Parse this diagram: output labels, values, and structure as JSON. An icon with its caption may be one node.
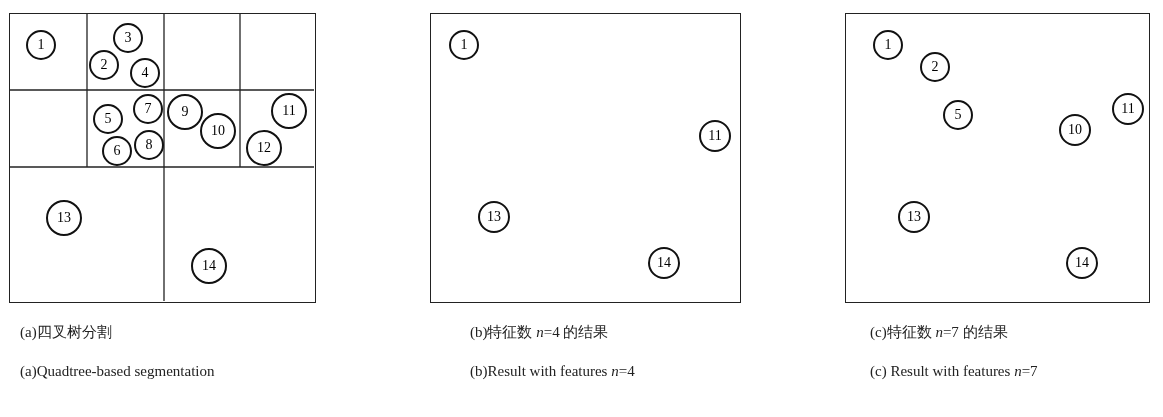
{
  "diagram": {
    "nodes": [
      {
        "text": [],
        "shape": "box",
        "beside": [
          "(a)四叉树分割",
          "(a)Quadtree-based segmentation"
        ]
      },
      {
        "text": [
          "1"
        ],
        "in": 0
      },
      {
        "text": [
          "2"
        ],
        "in": 0
      },
      {
        "text": [
          "3"
        ],
        "in": 0
      },
      {
        "text": [
          "4"
        ],
        "in": 0
      },
      {
        "text": [
          "5"
        ],
        "in": 0
      },
      {
        "text": [
          "6"
        ],
        "in": 0
      },
      {
        "text": [
          "7"
        ],
        "in": 0
      },
      {
        "text": [
          "8"
        ],
        "in": 0
      },
      {
        "text": [
          "9"
        ],
        "in": 0
      },
      {
        "text": [
          "10"
        ],
        "in": 0
      },
      {
        "text": [
          "11"
        ],
        "in": 0
      },
      {
        "text": [
          "12"
        ],
        "in": 0
      },
      {
        "text": [
          "13"
        ],
        "in": 0
      },
      {
        "text": [
          "14"
        ],
        "in": 0
      },
      {
        "text": [],
        "shape": "box",
        "beside": [
          "(b)特征数 *n*=4 的结果",
          "(b)Result with features *n*=4"
        ]
      },
      {
        "text": [
          "1"
        ],
        "in": 15
      },
      {
        "text": [
          "11"
        ],
        "in": 15
      },
      {
        "text": [
          "13"
        ],
        "in": 15
      },
      {
        "text": [
          "14"
        ],
        "in": 15
      },
      {
        "text": [],
        "shape": "box",
        "beside": [
          "(c)特征数 *n*=7 的结果",
          "(c) Result with features *n*=7"
        ]
      },
      {
        "text": [
          "1"
        ],
        "in": 20
      },
      {
        "text": [
          "2"
        ],
        "in": 20
      },
      {
        "text": [
          "5"
        ],
        "in": 20
      },
      {
        "text": [
          "10"
        ],
        "in": 20
      },
      {
        "text": [
          "11"
        ],
        "in": 20
      },
      {
        "text": [
          "13"
        ],
        "in": 20
      },
      {
        "text": [
          "14"
        ],
        "in": 20
      }
    ],
    "edges": []
  }
}
